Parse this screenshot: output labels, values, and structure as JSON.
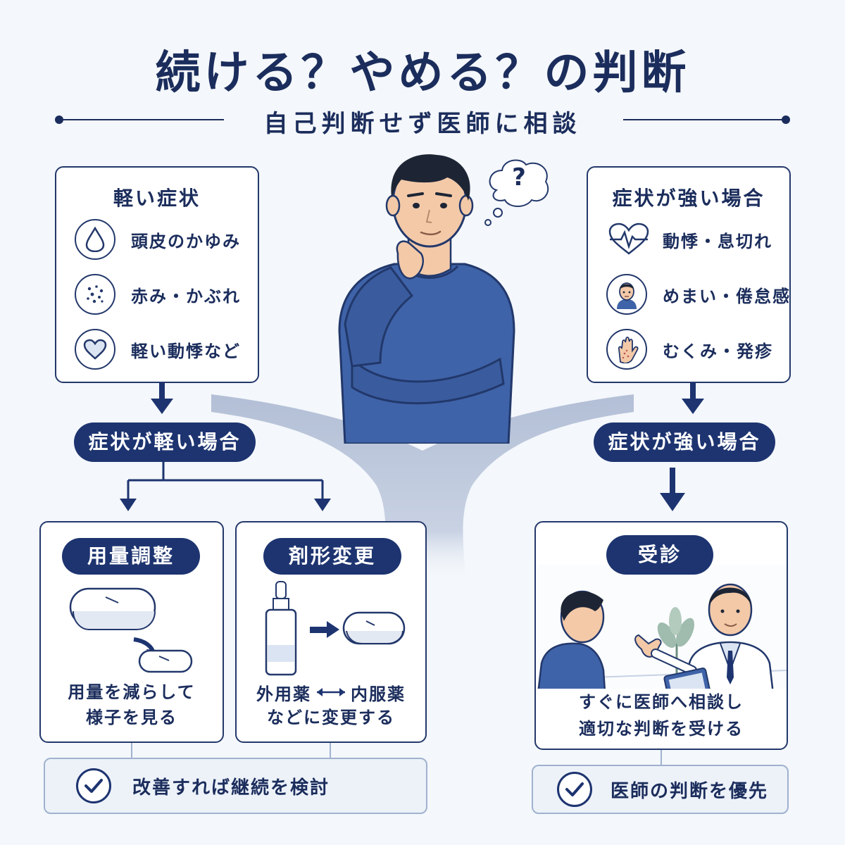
{
  "header": {
    "title": "続ける？やめる？の判断",
    "subtitle": "自己判断せず医師に相談"
  },
  "mild_card": {
    "title": "軽い症状",
    "items": [
      {
        "icon": "droplet-icon",
        "label": "頭皮のかゆみ"
      },
      {
        "icon": "rash-dots-icon",
        "label": "赤み・かぶれ"
      },
      {
        "icon": "heart-icon",
        "label": "軽い動悸など"
      }
    ]
  },
  "strong_card": {
    "title": "症状が強い場合",
    "items": [
      {
        "icon": "heartbeat-icon",
        "label": "動悸・息切れ"
      },
      {
        "icon": "dizzy-face-icon",
        "label": "めまい・倦怠感"
      },
      {
        "icon": "swollen-hand-icon",
        "label": "むくみ・発疹"
      }
    ]
  },
  "mild_path": {
    "label": "症状が軽い場合",
    "dose": {
      "title": "用量調整",
      "caption": [
        "用量を減らして",
        "様子を見る"
      ]
    },
    "form": {
      "title": "剤形変更",
      "caption_left": "外用薬",
      "caption_right": "内服薬",
      "caption_line2": "などに変更する"
    },
    "result": "改善すれば継続を検討"
  },
  "strong_path": {
    "label": "症状が強い場合",
    "visit": {
      "title": "受診",
      "caption": [
        "すぐに医師へ相談し",
        "適切な判断を受ける"
      ]
    },
    "result": "医師の判断を優先"
  },
  "thought_bubble": "?",
  "colors": {
    "navy": "#1d3470",
    "text": "#1b2d5c",
    "shirt": "#3f63a8",
    "background": "#f4f7fb"
  }
}
